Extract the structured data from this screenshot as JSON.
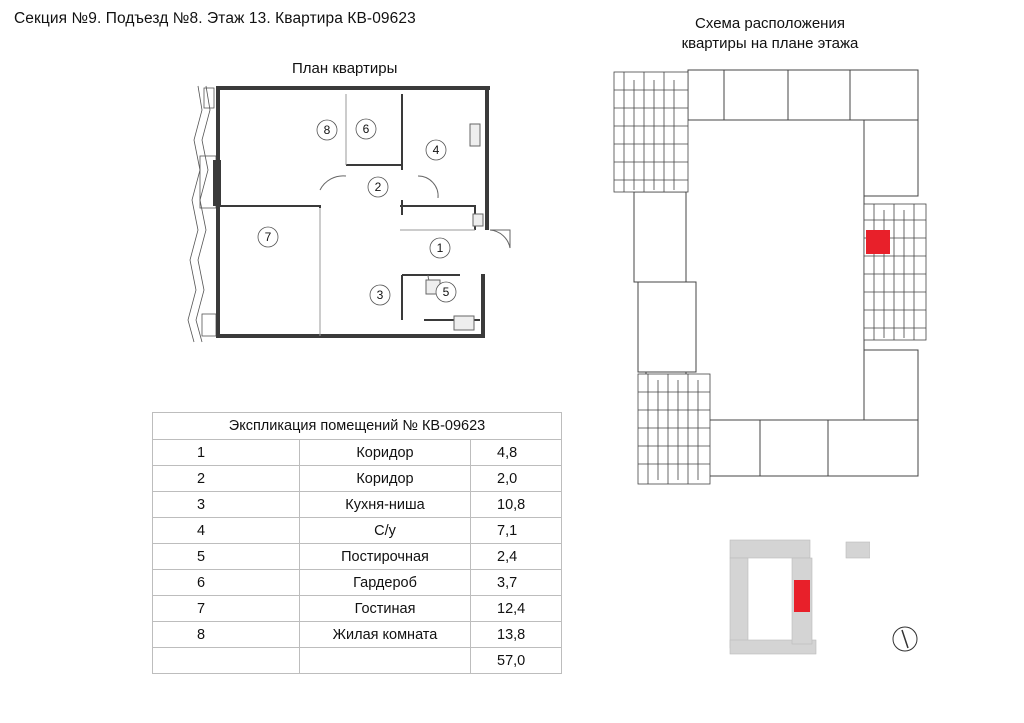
{
  "header": {
    "title": "Секция №9. Подъезд  №8. Этаж 13. Квартира КВ-09623"
  },
  "plan": {
    "title": "План квартиры",
    "room_markers": [
      "8",
      "6",
      "4",
      "2",
      "7",
      "1",
      "3",
      "5"
    ]
  },
  "scheme": {
    "title_line1": "Схема расположения",
    "title_line2": "квартиры на плане этажа"
  },
  "explication": {
    "title": "Экспликация помещений № КВ-09623",
    "rows": [
      {
        "num": "1",
        "name": "Коридор",
        "area": "4,8"
      },
      {
        "num": "2",
        "name": "Коридор",
        "area": "2,0"
      },
      {
        "num": "3",
        "name": "Кухня-ниша",
        "area": "10,8"
      },
      {
        "num": "4",
        "name": "С/у",
        "area": "7,1"
      },
      {
        "num": "5",
        "name": "Постирочная",
        "area": "2,4"
      },
      {
        "num": "6",
        "name": "Гардероб",
        "area": "3,7"
      },
      {
        "num": "7",
        "name": "Гостиная",
        "area": "12,4"
      },
      {
        "num": "8",
        "name": "Жилая комната",
        "area": "13,8"
      }
    ],
    "total": "57,0"
  },
  "colors": {
    "highlight": "#e8202a",
    "wall": "#3a3a3a",
    "mini_block": "#d4d4d4"
  }
}
